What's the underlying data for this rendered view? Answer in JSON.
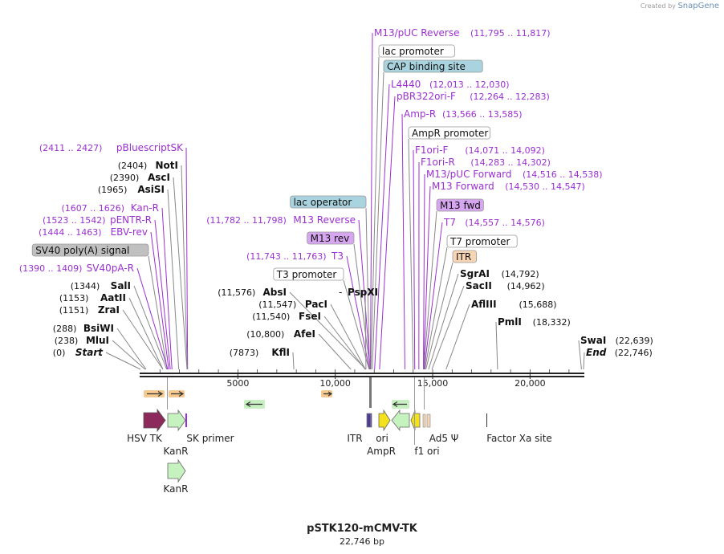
{
  "credit": {
    "prefix": "Created by",
    "brand": "SnapGene"
  },
  "plasmid": {
    "name": "pSTK120-mCMV-TK",
    "size_label": "22,746 bp",
    "length": 22746
  },
  "axis": {
    "ticks": [
      {
        "pos": 5000,
        "label": "5000"
      },
      {
        "pos": 10000,
        "label": "10,000"
      },
      {
        "pos": 15000,
        "label": "15,000"
      },
      {
        "pos": 20000,
        "label": "20,000"
      }
    ]
  },
  "colors": {
    "primer": "#9b30d0",
    "enzyme": "#111111",
    "feature_border": "#888888",
    "lac_operator_fill": "#a9d3de",
    "m13_fill": "#d7a6f0",
    "signal_fill": "#c0c0c0",
    "itr_fill": "#f6d4b4",
    "backbone": "#222222"
  },
  "left_labels": [
    {
      "text": "pBluescriptSK",
      "range": "(2411 .. 2427)",
      "kind": "primer",
      "pos": 2419
    },
    {
      "text": "NotI",
      "range": "(2404)",
      "kind": "enzyme",
      "pos": 2404
    },
    {
      "text": "AscI",
      "range": "(2390)",
      "kind": "enzyme",
      "pos": 2390
    },
    {
      "text": "AsiSI",
      "range": "(1965)",
      "kind": "enzyme",
      "pos": 1965
    },
    {
      "text": "Kan-R",
      "range": "(1607 .. 1626)",
      "kind": "primer",
      "pos": 1616
    },
    {
      "text": "pENTR-R",
      "range": "(1523 .. 1542)",
      "kind": "primer",
      "pos": 1532
    },
    {
      "text": "EBV-rev",
      "range": "(1444 .. 1463)",
      "kind": "primer",
      "pos": 1453
    },
    {
      "text": "SV40 poly(A) signal",
      "range": "",
      "kind": "signal",
      "pos": 1370
    },
    {
      "text": "SV40pA-R",
      "range": "(1390 .. 1409)",
      "kind": "primer",
      "pos": 1400
    },
    {
      "text": "SalI",
      "range": "(1344)",
      "kind": "enzyme",
      "pos": 1344
    },
    {
      "text": "AatII",
      "range": "(1153)",
      "kind": "enzyme",
      "pos": 1153
    },
    {
      "text": "ZraI",
      "range": "(1151)",
      "kind": "enzyme",
      "pos": 1151
    },
    {
      "text": "BsiWI",
      "range": "(288)",
      "kind": "enzyme",
      "pos": 288
    },
    {
      "text": "MluI",
      "range": "(238)",
      "kind": "enzyme",
      "pos": 238
    },
    {
      "text": "Start",
      "range": "(0)",
      "kind": "start",
      "pos": 0
    }
  ],
  "mid_labels": [
    {
      "text": "lac operator",
      "range": "",
      "kind": "lacop",
      "pos": 11760
    },
    {
      "text": "M13 Reverse",
      "range": "(11,782 .. 11,798)",
      "kind": "primer",
      "pos": 11790
    },
    {
      "text": "M13 rev",
      "range": "",
      "kind": "m13box",
      "pos": 11790
    },
    {
      "text": "T3",
      "range": "(11,743 .. 11,763)",
      "kind": "primer",
      "pos": 11753
    },
    {
      "text": "T3 promoter",
      "range": "",
      "kind": "box",
      "pos": 11740
    },
    {
      "text": "AbsI",
      "range": "(11,576)",
      "kind": "enzyme",
      "pos": 11576
    },
    {
      "text": "PspXI",
      "range": "",
      "kind": "enzyme_pair",
      "pos": 11576
    },
    {
      "text": "PacI",
      "range": "(11,547)",
      "kind": "enzyme",
      "pos": 11547
    },
    {
      "text": "FseI",
      "range": "(11,540)",
      "kind": "enzyme",
      "pos": 11540
    },
    {
      "text": "AfeI",
      "range": "(10,800)",
      "kind": "enzyme",
      "pos": 10800
    },
    {
      "text": "KflI",
      "range": "(7873)",
      "kind": "enzyme",
      "pos": 7873
    }
  ],
  "right_labels": [
    {
      "text": "M13/pUC Reverse",
      "range": "(11,795 .. 11,817)",
      "kind": "primer",
      "pos": 11806
    },
    {
      "text": "lac promoter",
      "range": "",
      "kind": "box",
      "pos": 11830
    },
    {
      "text": "CAP binding site",
      "range": "",
      "kind": "lacop",
      "pos": 11900
    },
    {
      "text": "L4440",
      "range": "(12,013 .. 12,030)",
      "kind": "primer",
      "pos": 12021
    },
    {
      "text": "pBR322ori-F",
      "range": "(12,264 .. 12,283)",
      "kind": "primer",
      "pos": 12273
    },
    {
      "text": "Amp-R",
      "range": "(13,566 .. 13,585)",
      "kind": "primer",
      "pos": 13575
    },
    {
      "text": "AmpR promoter",
      "range": "",
      "kind": "box",
      "pos": 14000
    },
    {
      "text": "F1ori-F",
      "range": "(14,071 .. 14,092)",
      "kind": "primer",
      "pos": 14081
    },
    {
      "text": "F1ori-R",
      "range": "(14,283 .. 14,302)",
      "kind": "primer",
      "pos": 14292
    },
    {
      "text": "M13/pUC Forward",
      "range": "(14,516 .. 14,538)",
      "kind": "primer",
      "pos": 14527
    },
    {
      "text": "M13 Forward",
      "range": "(14,530 .. 14,547)",
      "kind": "primer",
      "pos": 14538
    },
    {
      "text": "M13 fwd",
      "range": "",
      "kind": "m13box",
      "pos": 14540
    },
    {
      "text": "T7",
      "range": "(14,557 .. 14,576)",
      "kind": "primer",
      "pos": 14566
    },
    {
      "text": "T7 promoter",
      "range": "",
      "kind": "box",
      "pos": 14600
    },
    {
      "text": "ITR",
      "range": "",
      "kind": "itr",
      "pos": 14650
    },
    {
      "text": "SgrAI",
      "range": "(14,792)",
      "kind": "enzyme",
      "pos": 14792
    },
    {
      "text": "SacII",
      "range": "(14,962)",
      "kind": "enzyme",
      "pos": 14962
    },
    {
      "text": "AflIII",
      "range": "(15,688)",
      "kind": "enzyme",
      "pos": 15688
    },
    {
      "text": "PmlI",
      "range": "(18,332)",
      "kind": "enzyme",
      "pos": 18332
    },
    {
      "text": "SwaI",
      "range": "(22,639)",
      "kind": "enzyme",
      "pos": 22639
    },
    {
      "text": "End",
      "range": "(22,746)",
      "kind": "start",
      "pos": 22746
    }
  ],
  "features": [
    {
      "label": "HSV TK"
    },
    {
      "label": "KanR"
    },
    {
      "label": "SK primer"
    },
    {
      "label": "KanR"
    },
    {
      "label": "ITR"
    },
    {
      "label": "ori"
    },
    {
      "label": "AmpR"
    },
    {
      "label": "f1 ori"
    },
    {
      "label": "Ad5 Ψ"
    },
    {
      "label": "Factor Xa site"
    }
  ]
}
